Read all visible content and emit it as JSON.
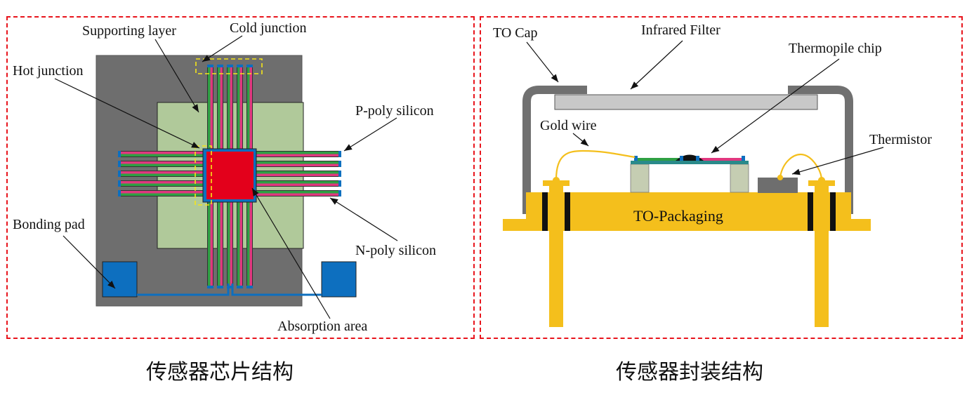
{
  "figure": {
    "left_panel": {
      "caption": "传感器芯片结构",
      "labels": {
        "supporting_layer": "Supporting layer",
        "cold_junction": "Cold junction",
        "hot_junction": "Hot junction",
        "p_poly_silicon": "P-poly silicon",
        "bonding_pad": "Bonding pad",
        "n_poly_silicon": "N-poly silicon",
        "absorption_area": "Absorption area"
      },
      "thermocouple_arms_per_side": 5
    },
    "right_panel": {
      "caption": "传感器封装结构",
      "labels": {
        "to_cap": "TO Cap",
        "infrared_filter": "Infrared Filter",
        "thermopile_chip": "Thermopile chip",
        "gold_wire": "Gold wire",
        "thermistor": "Thermistor",
        "to_packaging": "TO-Packaging"
      }
    },
    "colors": {
      "frame_dash": "#e8141c",
      "substrate": "#6e6e6e",
      "supporting_layer": "#b0c99a",
      "absorber": "#e3001b",
      "p_poly": "#e0377f",
      "n_poly": "#2ea043",
      "metal_contact": "#0d6fbf",
      "junction_box": "#f5e61a",
      "gold": "#f4bf1c",
      "cap": "#707070",
      "filter": "#c8c8c8",
      "post": "#c5cdb2",
      "thermistor": "#6e6e6e",
      "insulator": "#111111"
    }
  }
}
